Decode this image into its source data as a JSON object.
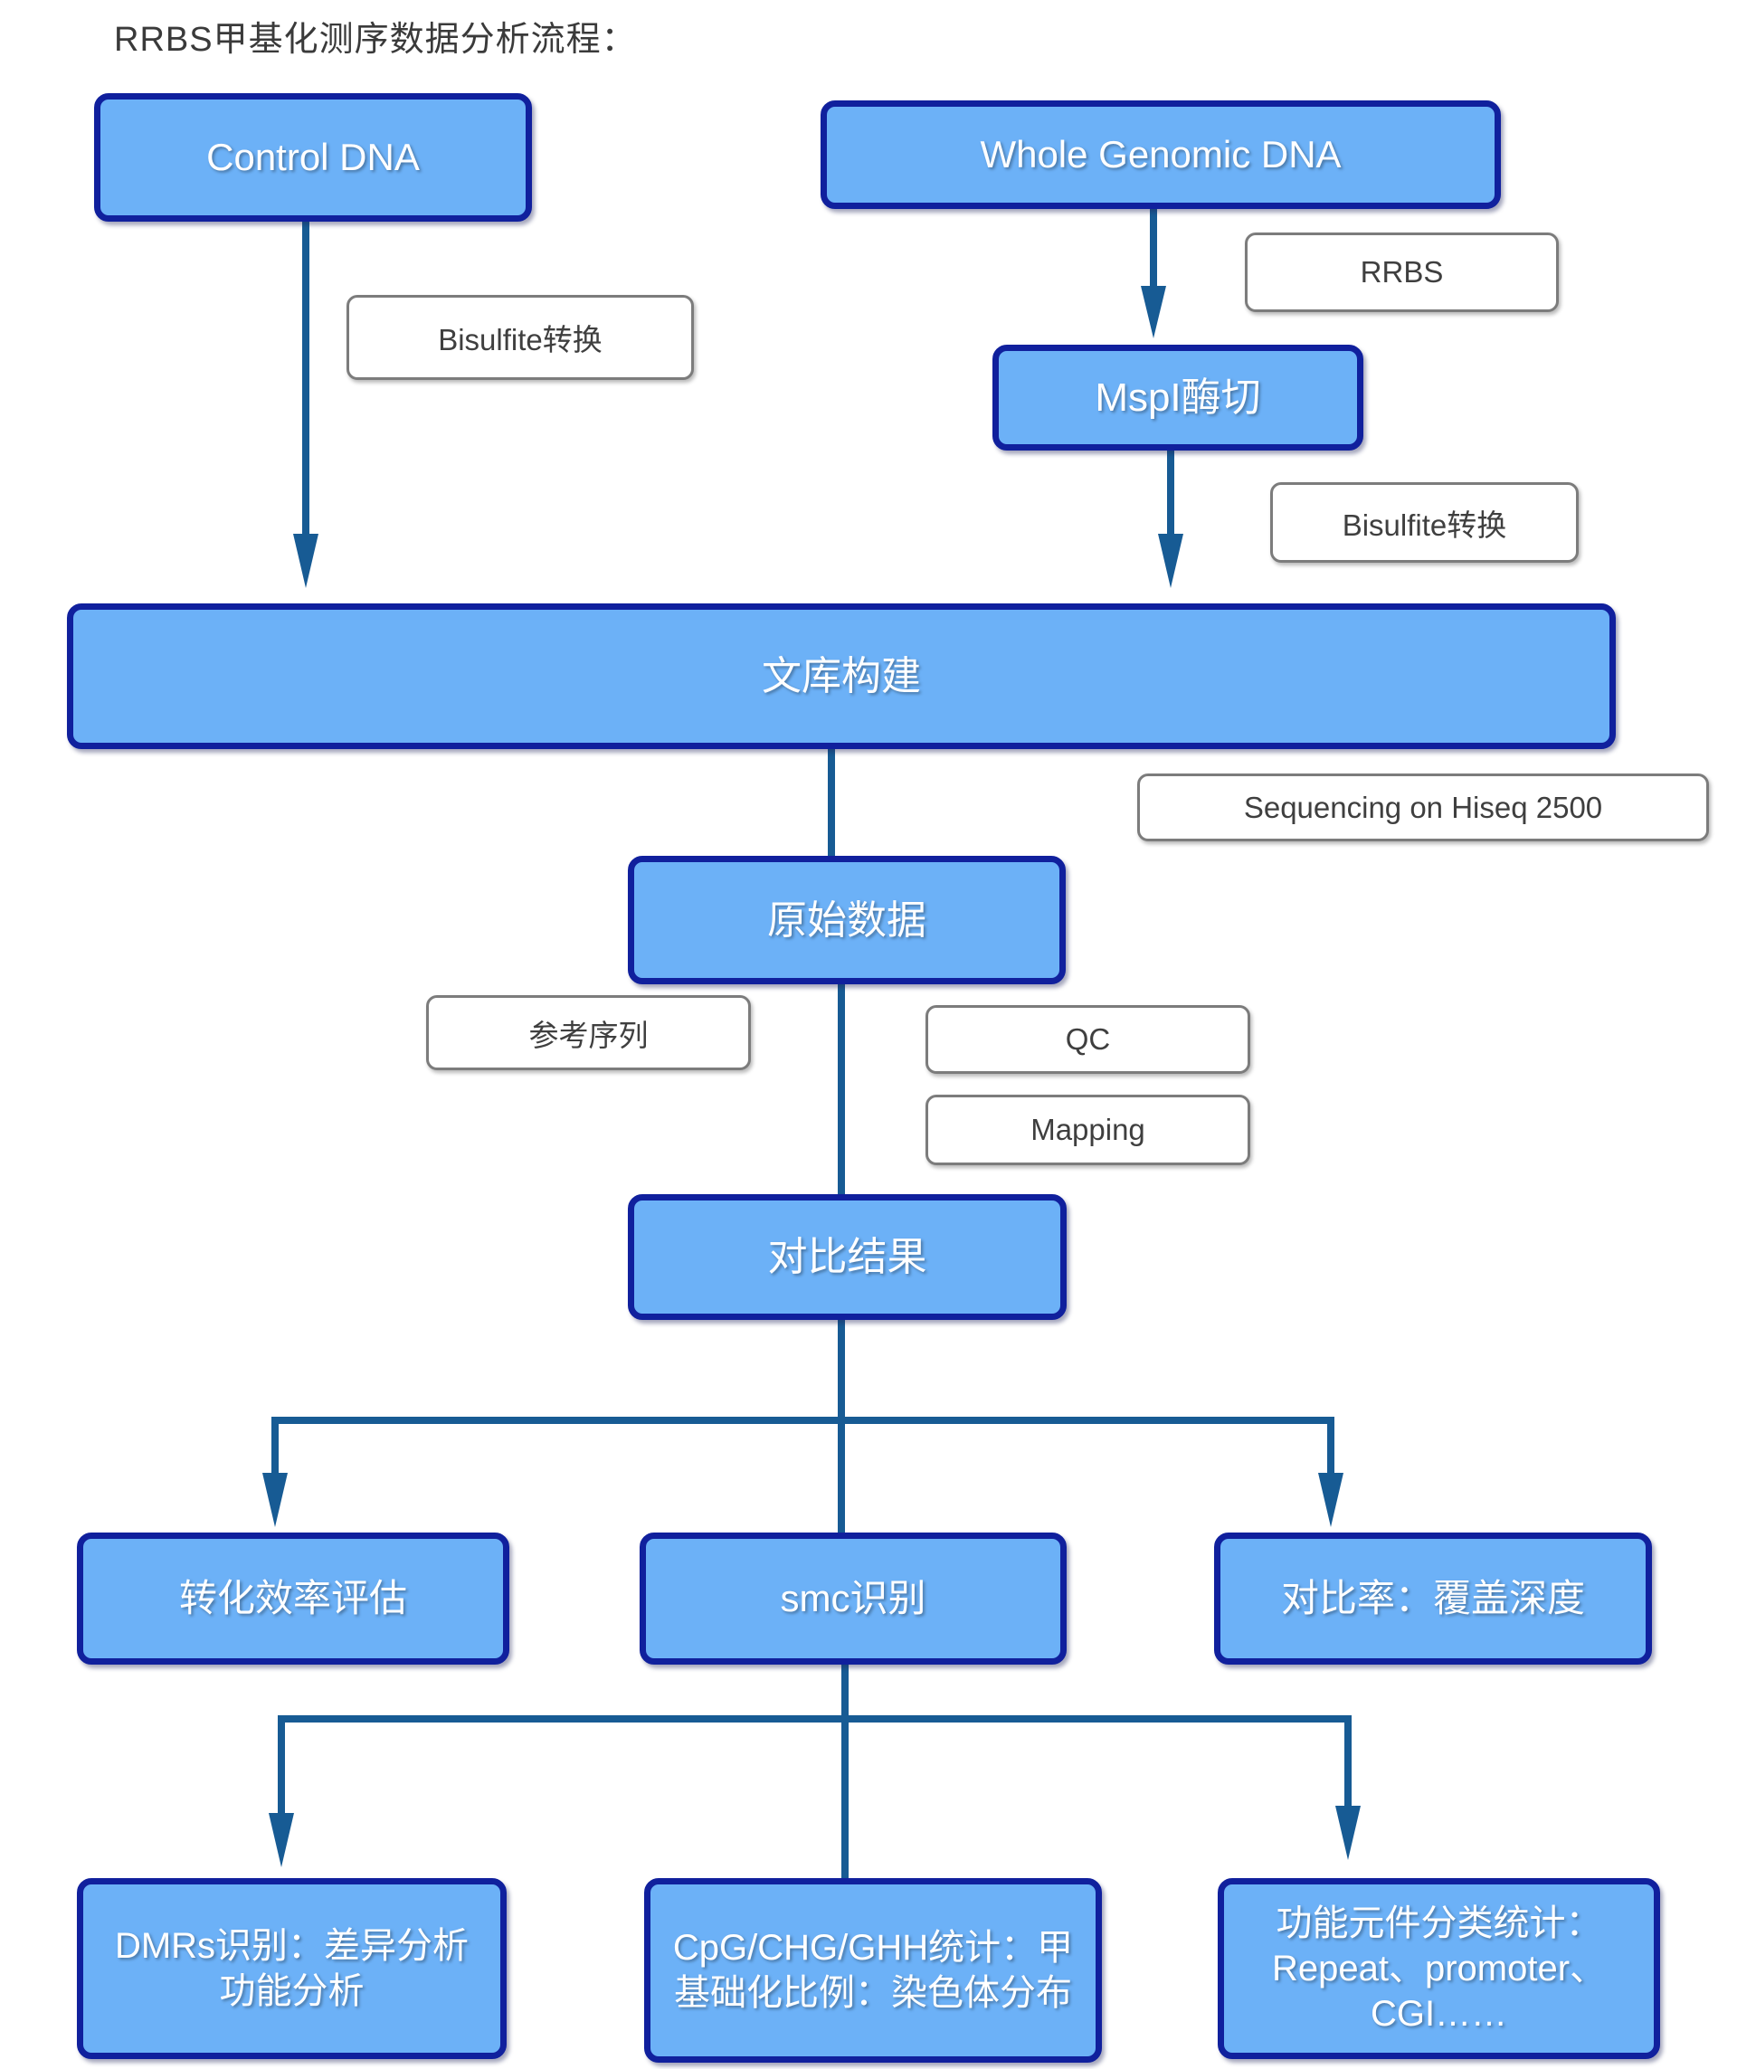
{
  "title": "RRBS甲基化测序数据分析流程：",
  "colors": {
    "node_fill": "#6CB1F7",
    "node_border": "#10209D",
    "node_text": "#FFFFFF",
    "connector": "#175B94",
    "label_fill": "#FFFFFF",
    "label_border": "#7C7C7C",
    "label_text": "#3F3F3F",
    "title_text": "#3A3A3A"
  },
  "nodes": {
    "control_dna": "Control DNA",
    "whole_genomic_dna": "Whole Genomic DNA",
    "mspi_digestion": "MspI酶切",
    "library_construction": "文库构建",
    "raw_data": "原始数据",
    "alignment_result": "对比结果",
    "conversion_efficiency": "转化效率评估",
    "smc_identification": "smc识别",
    "alignment_ratio": "对比率：覆盖深度",
    "dmrs_identification": "DMRs识别：差异分析\n功能分析",
    "cpg_statistics": "CpG/CHG/GHH统计：甲基础化比例：染色体分布",
    "functional_elements": "功能元件分类统计：Repeat、promoter、CGI……"
  },
  "labels": {
    "bisulfite_conversion_1": "Bisulfite转换",
    "rrbs": "RRBS",
    "bisulfite_conversion_2": "Bisulfite转换",
    "sequencing": "Sequencing on Hiseq 2500",
    "reference_sequence": "参考序列",
    "qc": "QC",
    "mapping": "Mapping"
  }
}
